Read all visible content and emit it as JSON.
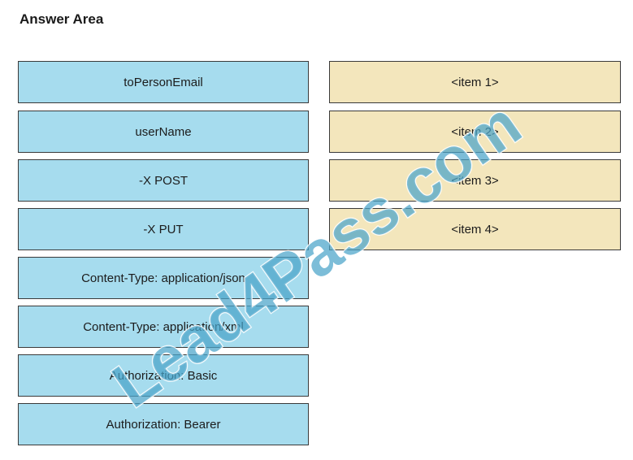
{
  "header": {
    "title": "Answer Area"
  },
  "choices": [
    {
      "label": "toPersonEmail"
    },
    {
      "label": "userName"
    },
    {
      "label": "-X POST"
    },
    {
      "label": "-X PUT"
    },
    {
      "label": "Content-Type: application/json"
    },
    {
      "label": "Content-Type: application/xml"
    },
    {
      "label": "Authorization: Basic"
    },
    {
      "label": "Authorization: Bearer"
    }
  ],
  "targets": [
    {
      "label": "<item 1>"
    },
    {
      "label": "<item 2>"
    },
    {
      "label": "<item 3>"
    },
    {
      "label": "<item 4>"
    }
  ],
  "watermark": {
    "text": "Lead4Pass.com",
    "color": "#4aa3c9"
  },
  "colors": {
    "choice_fill": "#a6dcee",
    "target_fill": "#f3e6bc",
    "border": "#3a3a3a"
  }
}
